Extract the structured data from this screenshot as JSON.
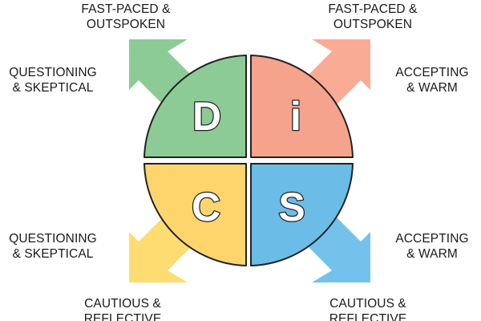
{
  "quadrants": {
    "d": {
      "letter": "D",
      "color": "#8ccb95"
    },
    "i": {
      "letter": "i",
      "color": "#f5a38d"
    },
    "c": {
      "letter": "C",
      "color": "#fed56c"
    },
    "s": {
      "letter": "S",
      "color": "#6bbde8"
    }
  },
  "arrows": {
    "top_left": {
      "color": "#8ccb95"
    },
    "top_right": {
      "color": "#f9ab96"
    },
    "bottom_left": {
      "color": "#fedc72"
    },
    "bottom_right": {
      "color": "#74c2ec"
    }
  },
  "labels": {
    "top_left": {
      "line1": "FAST-PACED &",
      "line2": "OUTSPOKEN"
    },
    "top_right": {
      "line1": "FAST-PACED &",
      "line2": "OUTSPOKEN"
    },
    "upper_left": {
      "line1": "QUESTIONING",
      "line2": "& SKEPTICAL"
    },
    "upper_right": {
      "line1": "ACCEPTING",
      "line2": "& WARM"
    },
    "lower_left": {
      "line1": "QUESTIONING",
      "line2": "& SKEPTICAL"
    },
    "lower_right": {
      "line1": "ACCEPTING",
      "line2": "& WARM"
    },
    "bottom_left": {
      "line1": "CAUTIOUS &",
      "line2": "REFLECTIVE"
    },
    "bottom_right": {
      "line1": "CAUTIOUS &",
      "line2": "REFLECTIVE"
    }
  }
}
